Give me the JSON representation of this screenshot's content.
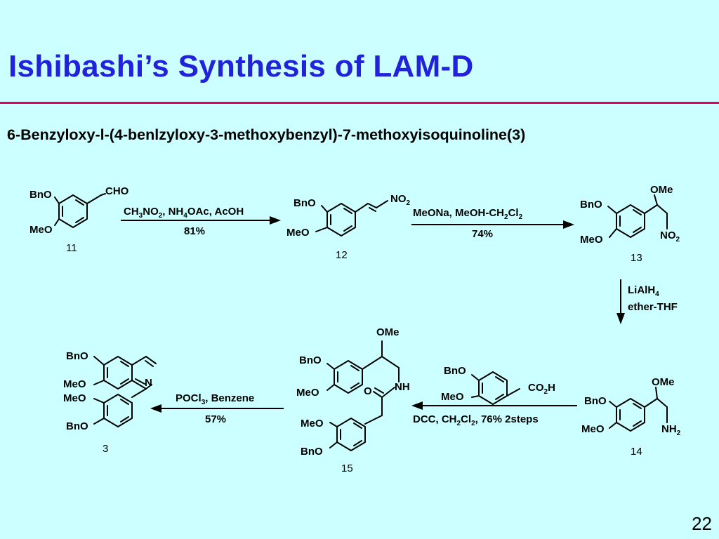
{
  "title": "Ishibashi’s Synthesis of LAM-D",
  "subtitle": "6-Benzyloxy-l-(4-benlzyloxy-3-methoxybenzyl)-7-methoxyisoquinoline(3)",
  "slide_number": "22",
  "groups": {
    "bno": "BnO",
    "meo": "MeO",
    "ome": "OMe",
    "cho": "CHO",
    "no2": "NO",
    "nh2": "NH",
    "nh": "NH",
    "co2h_a": "CO",
    "co2h_b": "H",
    "o": "O",
    "n": "N",
    "sub2": "2"
  },
  "compounds": [
    "11",
    "12",
    "13",
    "14",
    "15",
    "3"
  ],
  "steps": {
    "s1_reagents": [
      "CH",
      "3",
      "NO",
      "2",
      ", NH",
      "4",
      "OAc, AcOH"
    ],
    "s1_yield": "81%",
    "s2_reagents": [
      "MeONa, MeOH-CH",
      "2",
      "Cl",
      "2"
    ],
    "s2_yield": "74%",
    "s3_line1": [
      "LiAlH",
      "4"
    ],
    "s3_line2": "ether-THF",
    "s4_reagents": [
      "DCC, CH",
      "2",
      "Cl",
      "2",
      ", 76%  2steps"
    ],
    "s5_reagents": [
      "POCl",
      "3",
      ", Benzene"
    ],
    "s5_yield": "57%"
  }
}
